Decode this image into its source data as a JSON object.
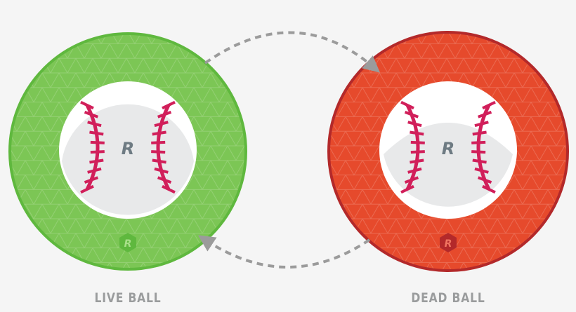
{
  "live": {
    "label": "LIVE BALL",
    "color": "#7cc655",
    "border": "#5fb83e"
  },
  "dead": {
    "label": "DEAD BALL",
    "color": "#e64a2c",
    "border": "#b3292a"
  },
  "logo_letter": "R",
  "colors": {
    "background": "#f5f5f5",
    "seam": "#d11f5a",
    "ball": "#e8e9ea",
    "arrow": "#9b9b9b"
  }
}
